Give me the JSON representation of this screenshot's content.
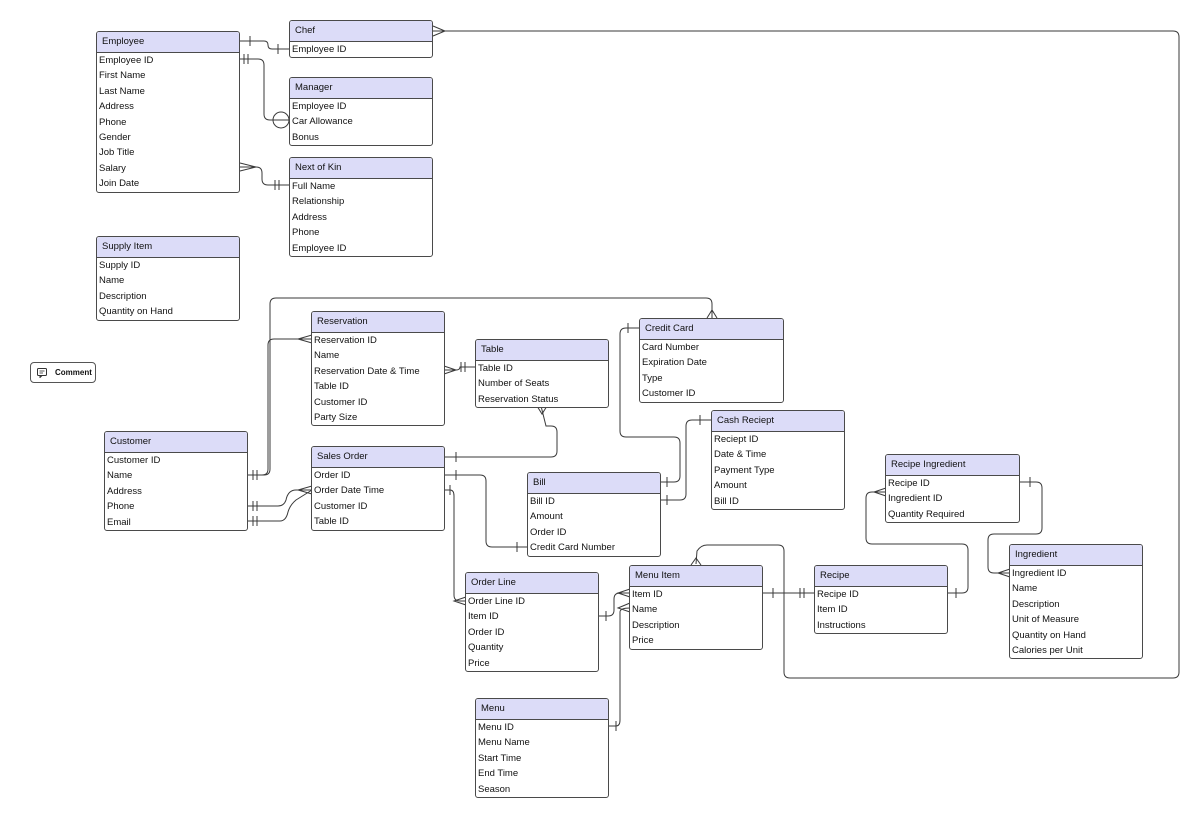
{
  "comment": {
    "label": "Comment",
    "icon": "comment-icon"
  },
  "entities": [
    {
      "key": "employee",
      "name": "Employee",
      "attributes": [
        "Employee ID",
        "First Name",
        "Last Name",
        "Address",
        "Phone",
        "Gender",
        "Job Title",
        "Salary",
        "Join Date"
      ]
    },
    {
      "key": "chef",
      "name": "Chef",
      "attributes": [
        "Employee ID"
      ]
    },
    {
      "key": "manager",
      "name": "Manager",
      "attributes": [
        "Employee ID",
        "Car Allowance",
        "Bonus"
      ]
    },
    {
      "key": "next-of-kin",
      "name": "Next of Kin",
      "attributes": [
        "Full Name",
        "Relationship",
        "Address",
        "Phone",
        "Employee ID"
      ]
    },
    {
      "key": "supply-item",
      "name": "Supply Item",
      "attributes": [
        "Supply ID",
        "Name",
        "Description",
        "Quantity on Hand"
      ]
    },
    {
      "key": "reservation",
      "name": "Reservation",
      "attributes": [
        "Reservation ID",
        "Name",
        "Reservation Date & Time",
        "Table ID",
        "Customer ID",
        "Party Size"
      ]
    },
    {
      "key": "table",
      "name": "Table",
      "attributes": [
        "Table ID",
        "Number of Seats",
        "Reservation Status"
      ]
    },
    {
      "key": "credit-card",
      "name": "Credit Card",
      "attributes": [
        "Card Number",
        "Expiration Date",
        "Type",
        "Customer ID"
      ]
    },
    {
      "key": "cash-reciept",
      "name": "Cash Reciept",
      "attributes": [
        "Reciept ID",
        "Date & Time",
        "Payment Type",
        "Amount",
        "Bill ID"
      ]
    },
    {
      "key": "customer",
      "name": "Customer",
      "attributes": [
        "Customer ID",
        "Name",
        "Address",
        "Phone",
        "Email"
      ]
    },
    {
      "key": "sales-order",
      "name": "Sales Order",
      "attributes": [
        "Order ID",
        "Order Date Time",
        "Customer ID",
        "Table ID"
      ]
    },
    {
      "key": "bill",
      "name": "Bill",
      "attributes": [
        "Bill ID",
        "Amount",
        "Order ID",
        "Credit Card Number"
      ]
    },
    {
      "key": "recipe-ingredient",
      "name": "Recipe Ingredient",
      "attributes": [
        "Recipe ID",
        "Ingredient ID",
        "Quantity Required"
      ]
    },
    {
      "key": "ingredient",
      "name": "Ingredient",
      "attributes": [
        "Ingredient ID",
        "Name",
        "Description",
        "Unit of Measure",
        "Quantity on Hand",
        "Calories per Unit"
      ]
    },
    {
      "key": "order-line",
      "name": "Order Line",
      "attributes": [
        "Order Line ID",
        "Item ID",
        "Order ID",
        "Quantity",
        "Price"
      ]
    },
    {
      "key": "menu-item",
      "name": "Menu Item",
      "attributes": [
        "Item ID",
        "Name",
        "Description",
        "Price"
      ]
    },
    {
      "key": "recipe",
      "name": "Recipe",
      "attributes": [
        "Recipe ID",
        "Item ID",
        "Instructions"
      ]
    },
    {
      "key": "menu",
      "name": "Menu",
      "attributes": [
        "Menu ID",
        "Menu Name",
        "Start Time",
        "End Time",
        "Season"
      ]
    }
  ]
}
